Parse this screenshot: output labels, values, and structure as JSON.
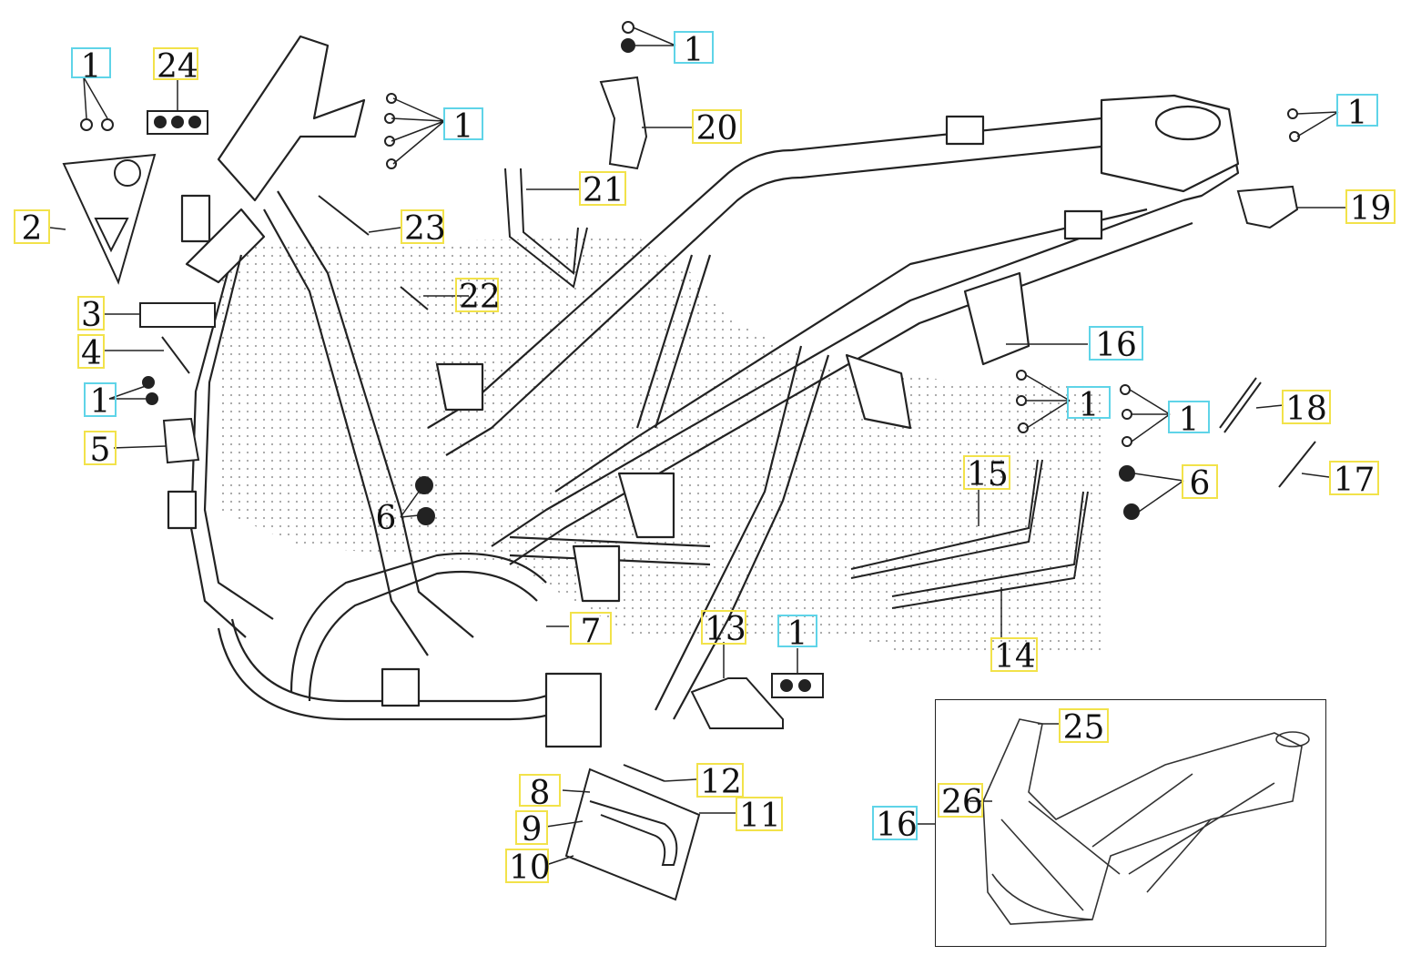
{
  "callouts": {
    "c1_tl": "1",
    "c24": "24",
    "c2": "2",
    "c3": "3",
    "c4": "4",
    "c1_left": "1",
    "c5": "5",
    "c1_bolts": "1",
    "c23": "23",
    "c22": "22",
    "c1_top": "1",
    "c20": "20",
    "c21": "21",
    "c1_tr": "1",
    "c19": "19",
    "c16_main": "16",
    "c1_mid": "1",
    "c1_right": "1",
    "c18": "18",
    "c6_right": "6",
    "c17": "17",
    "c15": "15",
    "c14": "14",
    "c6_left": "6",
    "c7": "7",
    "c13": "13",
    "c1_low": "1",
    "c12": "12",
    "c8": "8",
    "c11": "11",
    "c9": "9",
    "c10": "10",
    "c25": "25",
    "c26": "26",
    "c16_inset": "16"
  },
  "colors": {
    "highlight_yellow": "#f2e24a",
    "highlight_cyan": "#5fd4e8",
    "line": "#222222"
  }
}
